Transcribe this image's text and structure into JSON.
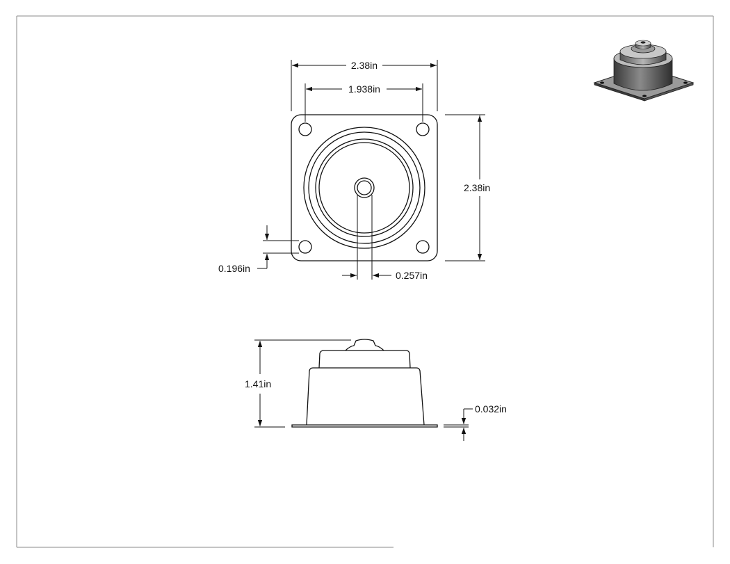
{
  "top_view": {
    "overall_width": "2.38in",
    "hole_spacing": "1.938in",
    "overall_height": "2.38in",
    "hole_diameter": "0.196in",
    "center_bore": "0.257in"
  },
  "side_view": {
    "overall_height": "1.41in",
    "flange_thickness": "0.032in"
  },
  "iso_preview": {
    "icon": "isometric-mount-render-icon"
  }
}
